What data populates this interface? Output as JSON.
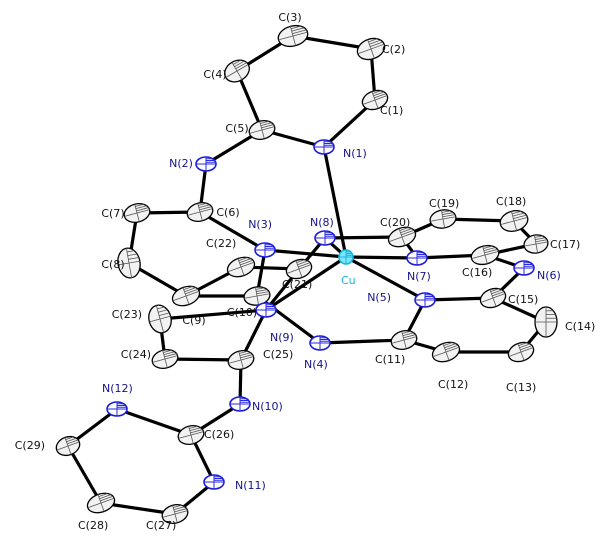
{
  "atoms": [
    {
      "id": "C1",
      "label": "C(1)",
      "el": "C"
    },
    {
      "id": "C2",
      "label": "C(2)",
      "el": "C"
    },
    {
      "id": "C3",
      "label": "C(3)",
      "el": "C"
    },
    {
      "id": "C4",
      "label": "C(4)",
      "el": "C"
    },
    {
      "id": "C5",
      "label": "C(5)",
      "el": "C"
    },
    {
      "id": "N1",
      "label": "N(1)",
      "el": "N"
    },
    {
      "id": "N2",
      "label": "N(2)",
      "el": "N"
    },
    {
      "id": "C6",
      "label": "C(6)",
      "el": "C"
    },
    {
      "id": "C7",
      "label": "C(7)",
      "el": "C"
    },
    {
      "id": "C8",
      "label": "C(8)",
      "el": "C"
    },
    {
      "id": "C9",
      "label": "C(9)",
      "el": "C"
    },
    {
      "id": "C10",
      "label": "C(10)",
      "el": "C"
    },
    {
      "id": "N3",
      "label": "N(3)",
      "el": "N"
    },
    {
      "id": "N8",
      "label": "N(8)",
      "el": "N"
    },
    {
      "id": "Cu",
      "label": "Cu",
      "el": "Cu"
    },
    {
      "id": "C20",
      "label": "C(20)",
      "el": "C"
    },
    {
      "id": "C19",
      "label": "C(19)",
      "el": "C"
    },
    {
      "id": "C18",
      "label": "C(18)",
      "el": "C"
    },
    {
      "id": "C17",
      "label": "C(17)",
      "el": "C"
    },
    {
      "id": "C16",
      "label": "C(16)",
      "el": "C"
    },
    {
      "id": "N7",
      "label": "N(7)",
      "el": "N"
    },
    {
      "id": "N6",
      "label": "N(6)",
      "el": "N"
    },
    {
      "id": "C15",
      "label": "C(15)",
      "el": "C"
    },
    {
      "id": "N5",
      "label": "N(5)",
      "el": "N"
    },
    {
      "id": "C14",
      "label": "C(14)",
      "el": "C"
    },
    {
      "id": "C13",
      "label": "C(13)",
      "el": "C"
    },
    {
      "id": "C12",
      "label": "C(12)",
      "el": "C"
    },
    {
      "id": "C11",
      "label": "C(11)",
      "el": "C"
    },
    {
      "id": "N4",
      "label": "N(4)",
      "el": "N"
    },
    {
      "id": "C21",
      "label": "C(21)",
      "el": "C"
    },
    {
      "id": "C22",
      "label": "C(22)",
      "el": "C"
    },
    {
      "id": "N9",
      "label": "N(9)",
      "el": "N"
    },
    {
      "id": "C23",
      "label": "C(23)",
      "el": "C"
    },
    {
      "id": "C24",
      "label": "C(24)",
      "el": "C"
    },
    {
      "id": "C25",
      "label": "C(25)",
      "el": "C"
    },
    {
      "id": "N10",
      "label": "N(10)",
      "el": "N"
    },
    {
      "id": "C26",
      "label": "C(26)",
      "el": "C"
    },
    {
      "id": "N12",
      "label": "N(12)",
      "el": "N"
    },
    {
      "id": "N11",
      "label": "N(11)",
      "el": "N"
    },
    {
      "id": "C27",
      "label": "C(27)",
      "el": "C"
    },
    {
      "id": "C28",
      "label": "C(28)",
      "el": "C"
    },
    {
      "id": "C29",
      "label": "C(29)",
      "el": "C"
    }
  ],
  "bonds": [
    [
      "C1",
      "C2"
    ],
    [
      "C2",
      "C3"
    ],
    [
      "C3",
      "C4"
    ],
    [
      "C4",
      "C5"
    ],
    [
      "C5",
      "N1"
    ],
    [
      "N1",
      "C1"
    ],
    [
      "C5",
      "N2"
    ],
    [
      "N2",
      "C6"
    ],
    [
      "C6",
      "N3"
    ],
    [
      "C6",
      "C7"
    ],
    [
      "C7",
      "C8"
    ],
    [
      "C8",
      "C9"
    ],
    [
      "C9",
      "C10"
    ],
    [
      "C10",
      "N3"
    ],
    [
      "N3",
      "Cu"
    ],
    [
      "N1",
      "Cu"
    ],
    [
      "N8",
      "Cu"
    ],
    [
      "N7",
      "Cu"
    ],
    [
      "N5",
      "Cu"
    ],
    [
      "N9",
      "Cu"
    ],
    [
      "N8",
      "C20"
    ],
    [
      "C20",
      "C19"
    ],
    [
      "C19",
      "C18"
    ],
    [
      "C18",
      "C17"
    ],
    [
      "C17",
      "C16"
    ],
    [
      "C16",
      "N7"
    ],
    [
      "N7",
      "C20"
    ],
    [
      "C16",
      "N6"
    ],
    [
      "N6",
      "C15"
    ],
    [
      "C15",
      "N5"
    ],
    [
      "C15",
      "C14"
    ],
    [
      "C14",
      "C13"
    ],
    [
      "C13",
      "C12"
    ],
    [
      "C12",
      "C11"
    ],
    [
      "C11",
      "N5"
    ],
    [
      "C11",
      "N4"
    ],
    [
      "N4",
      "C10"
    ],
    [
      "N8",
      "C21"
    ],
    [
      "C21",
      "C22"
    ],
    [
      "C22",
      "C9"
    ],
    [
      "C21",
      "N9"
    ],
    [
      "N9",
      "C23"
    ],
    [
      "C23",
      "C24"
    ],
    [
      "C24",
      "C25"
    ],
    [
      "C25",
      "N9"
    ],
    [
      "C25",
      "N10"
    ],
    [
      "N10",
      "C26"
    ],
    [
      "C26",
      "N12"
    ],
    [
      "C26",
      "N11"
    ],
    [
      "N11",
      "C27"
    ],
    [
      "C27",
      "C28"
    ],
    [
      "C28",
      "C29"
    ],
    [
      "C29",
      "N12"
    ]
  ],
  "colors": {
    "carbon": "#f2f2f2",
    "nitrogen": "#1d1dd8",
    "copper": "#16b6d8",
    "bond": "#000000"
  }
}
